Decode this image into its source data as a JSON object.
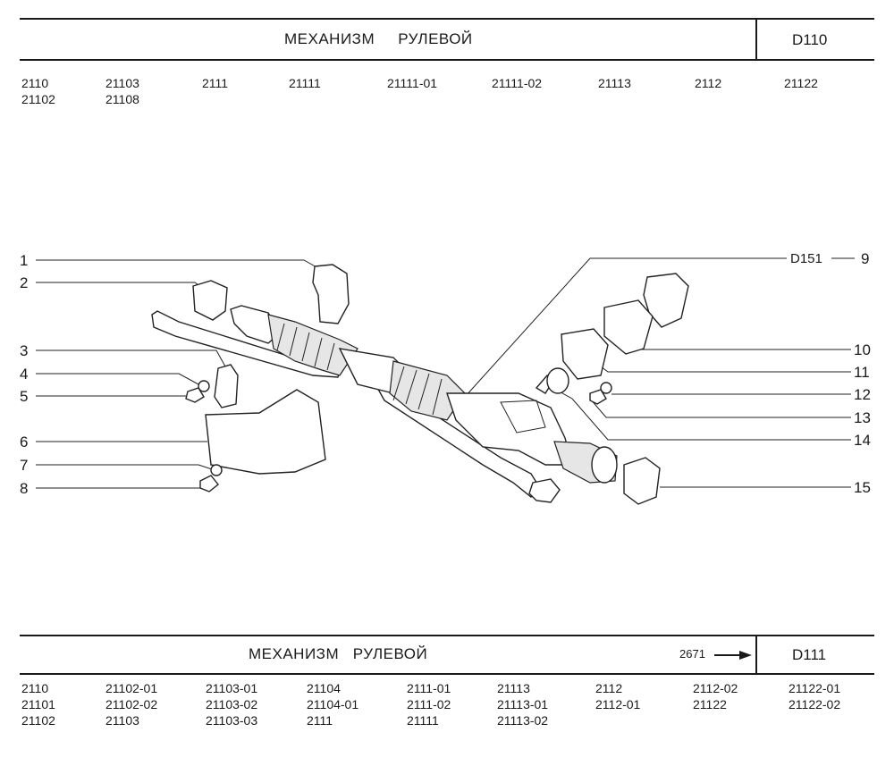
{
  "top": {
    "title": "МЕХАНИЗМ     РУЛЕВОЙ",
    "code": "D110",
    "models": [
      [
        "2110",
        "21102"
      ],
      [
        "21103",
        "21108"
      ],
      [
        "2111"
      ],
      [
        "21111"
      ],
      [
        "21111-01"
      ],
      [
        "21111-02"
      ],
      [
        "21113"
      ],
      [
        "2112"
      ],
      [
        "21122"
      ]
    ]
  },
  "diagram": {
    "callouts_left": [
      "1",
      "2",
      "3",
      "4",
      "5",
      "6",
      "7",
      "8"
    ],
    "callouts_right": [
      "9",
      "10",
      "11",
      "12",
      "13",
      "14",
      "15"
    ],
    "reference": "D151"
  },
  "bottom": {
    "title": "МЕХАНИЗМ   РУЛЕВОЙ",
    "next_ref": "2671",
    "code": "D111",
    "models": [
      [
        "2110",
        "21101",
        "21102"
      ],
      [
        "21102-01",
        "21102-02",
        "21103"
      ],
      [
        "21103-01",
        "21103-02",
        "21103-03"
      ],
      [
        "21104",
        "21104-01",
        "2111"
      ],
      [
        "2111-01",
        "2111-02",
        "21111"
      ],
      [
        "21113",
        "21113-01",
        "21113-02"
      ],
      [
        "2112",
        "2112-01"
      ],
      [
        "2112-02",
        "21122"
      ],
      [
        "21122-01",
        "21122-02"
      ]
    ]
  }
}
